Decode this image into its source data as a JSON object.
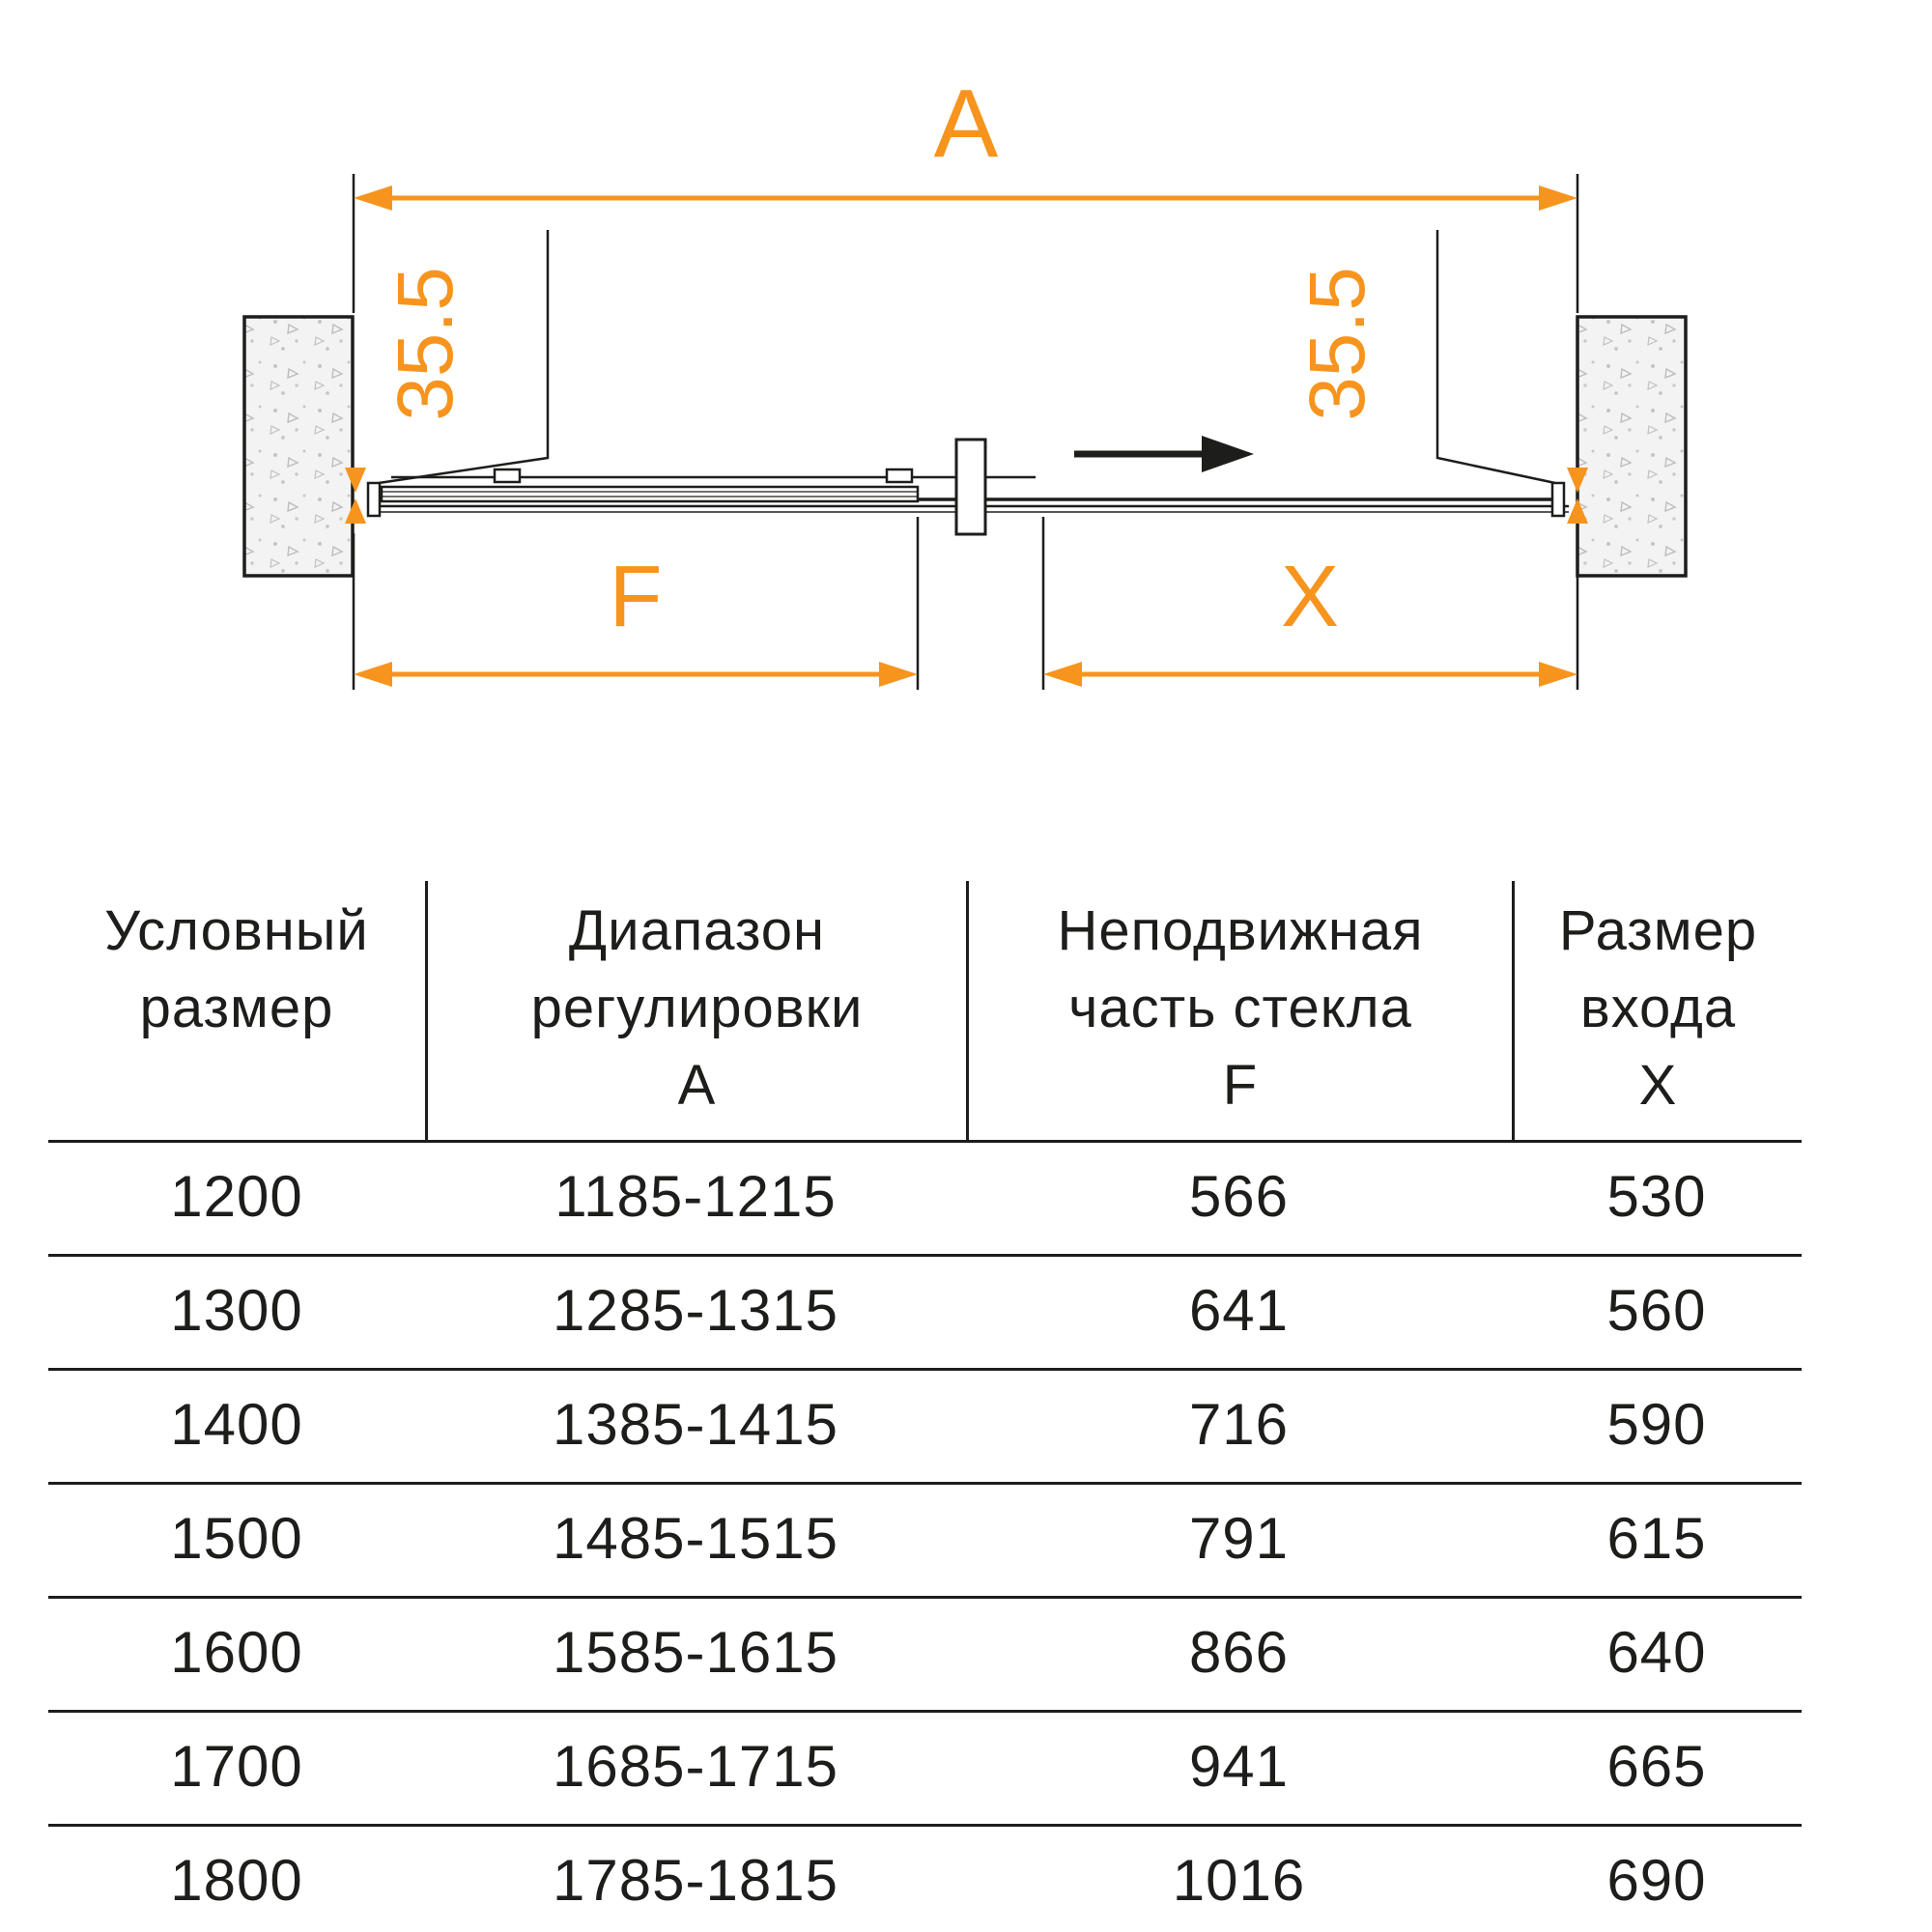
{
  "colors": {
    "accent": "#F7941E",
    "line": "#1D1D1B",
    "wall_fill": "#F3F3F3"
  },
  "diagram": {
    "dim_a_label": "A",
    "offset_left_label": "35.5",
    "offset_right_label": "35.5",
    "fixed_part_label": "F",
    "entry_label": "X"
  },
  "table": {
    "headers": [
      {
        "lines": [
          "Условный",
          "размер"
        ],
        "letter": ""
      },
      {
        "lines": [
          "Диапазон",
          "регулировки"
        ],
        "letter": "А"
      },
      {
        "lines": [
          "Неподвижная",
          "часть стекла"
        ],
        "letter": "F"
      },
      {
        "lines": [
          "Размер",
          "входа"
        ],
        "letter": "X"
      }
    ],
    "rows": [
      [
        "1200",
        "1185-1215",
        "566",
        "530"
      ],
      [
        "1300",
        "1285-1315",
        "641",
        "560"
      ],
      [
        "1400",
        "1385-1415",
        "716",
        "590"
      ],
      [
        "1500",
        "1485-1515",
        "791",
        "615"
      ],
      [
        "1600",
        "1585-1615",
        "866",
        "640"
      ],
      [
        "1700",
        "1685-1715",
        "941",
        "665"
      ],
      [
        "1800",
        "1785-1815",
        "1016",
        "690"
      ]
    ]
  }
}
